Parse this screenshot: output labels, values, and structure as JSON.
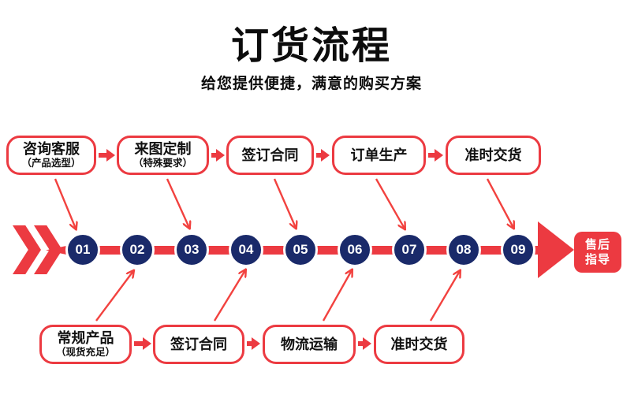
{
  "header": {
    "title": "订货流程",
    "subtitle": "给您提供便捷，满意的购买方案"
  },
  "colors": {
    "accent_red": "#ec3a41",
    "step_navy": "#1a2a6a",
    "text_black": "#0c0c0c",
    "step_text_white": "#ffffff"
  },
  "top_row": {
    "boxes": [
      {
        "label": "咨询客服",
        "sublabel": "（产品选型）"
      },
      {
        "label": "来图定制",
        "sublabel": "（特殊要求）"
      },
      {
        "label": "签订合同"
      },
      {
        "label": "订单生产"
      },
      {
        "label": "准时交货"
      }
    ]
  },
  "bottom_row": {
    "boxes": [
      {
        "label": "常规产品",
        "sublabel": "（现货充足）"
      },
      {
        "label": "签订合同"
      },
      {
        "label": "物流运输"
      },
      {
        "label": "准时交货"
      }
    ]
  },
  "timeline": {
    "steps": [
      "01",
      "02",
      "03",
      "04",
      "05",
      "06",
      "07",
      "08",
      "09"
    ],
    "end_label_line1": "售后",
    "end_label_line2": "指导"
  }
}
